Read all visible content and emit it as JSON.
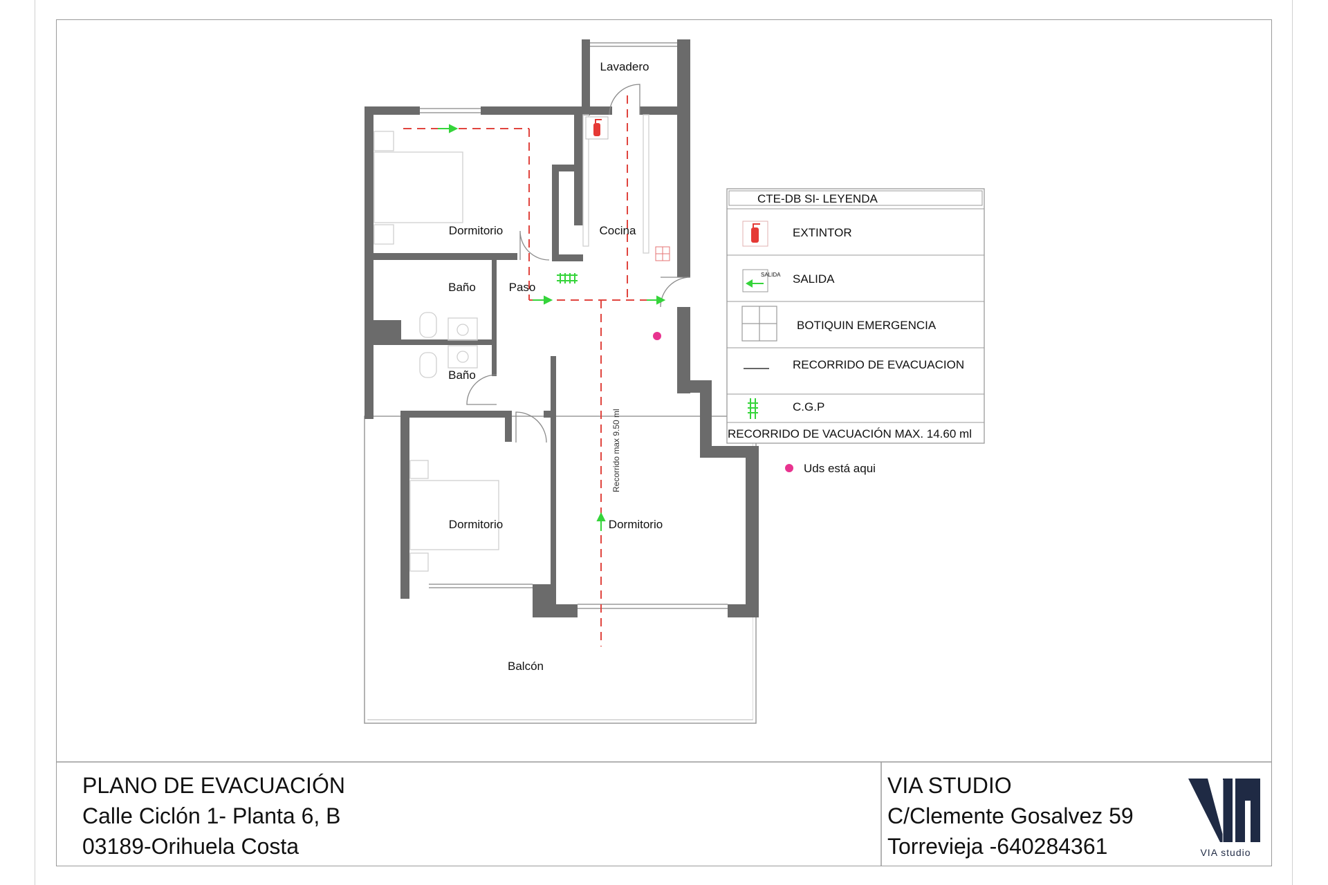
{
  "rooms": {
    "lavadero": "Lavadero",
    "dormitorio_1": "Dormitorio",
    "cocina": "Cocina",
    "bano_1": "Baño",
    "paso": "Paso",
    "bano_2": "Baño",
    "dormitorio_2": "Dormitorio",
    "dormitorio_3": "Dormitorio",
    "balcon": "Balcón"
  },
  "route_label": "Recorrido max 9.50 ml",
  "legend": {
    "title": "CTE-DB SI- LEYENDA",
    "items": [
      {
        "label": "EXTINTOR",
        "icon": "fire-extinguisher-icon"
      },
      {
        "label": "SALIDA",
        "icon": "exit-arrow-icon",
        "icon_text": "SALIDA"
      },
      {
        "label": "BOTIQUIN EMERGENCIA",
        "icon": "first-aid-kit-icon"
      },
      {
        "label": "RECORRIDO DE EVACUACION",
        "icon": "evacuation-route-line-icon"
      },
      {
        "label": "C.G.P",
        "icon": "cgp-panel-icon"
      }
    ],
    "footer": "RECORRIDO DE VACUACIÓN MAX. 14.60 ml",
    "you_are_here": "Uds está aqui"
  },
  "titleblock": {
    "left": [
      "PLANO DE EVACUACIÓN",
      "Calle Ciclón 1- Planta 6, B",
      "03189-Orihuela Costa"
    ],
    "right": [
      "VIA STUDIO",
      "C/Clemente Gosalvez 59",
      "Torrevieja -640284361"
    ],
    "logo_text": "VIA studio"
  },
  "colors": {
    "wall": "#6b6b6b",
    "route": "#e0443e",
    "exit": "#35d43a",
    "marker": "#e8338f",
    "extinguisher": "#e53935"
  }
}
